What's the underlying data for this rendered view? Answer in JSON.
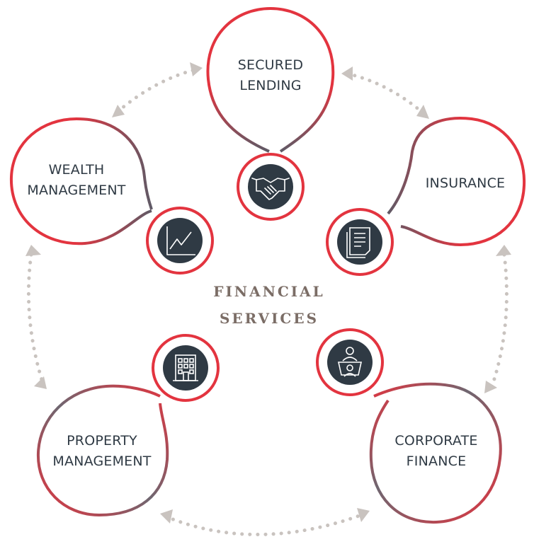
{
  "center": {
    "line1": "FINANCIAL",
    "line2": "SERVICES"
  },
  "nodes": [
    {
      "id": "secured-lending",
      "lines": [
        "SECURED",
        "LENDING"
      ],
      "icon": "handshake-icon"
    },
    {
      "id": "insurance",
      "lines": [
        "INSURANCE"
      ],
      "icon": "document-icon"
    },
    {
      "id": "corporate-finance",
      "lines": [
        "CORPORATE",
        "FINANCE"
      ],
      "icon": "meeting-icon"
    },
    {
      "id": "property-management",
      "lines": [
        "PROPERTY",
        "MANAGEMENT"
      ],
      "icon": "building-icon"
    },
    {
      "id": "wealth-management",
      "lines": [
        "WEALTH",
        "MANAGEMENT"
      ],
      "icon": "chart-icon"
    }
  ],
  "colors": {
    "red": "#e3343f",
    "grey": "#6f6670",
    "icon_bg": "#2f3a44",
    "arrow": "#c9c3bf",
    "title": "#7b6d66",
    "text": "#2f3a44"
  }
}
